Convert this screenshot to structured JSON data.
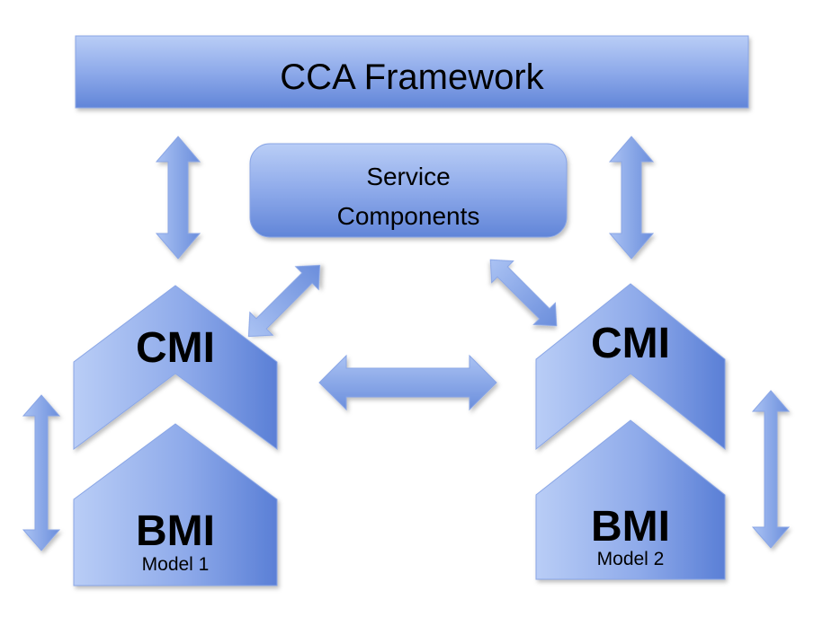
{
  "framework": {
    "title": "CCA Framework"
  },
  "service": {
    "line1": "Service",
    "line2": "Components"
  },
  "left_model": {
    "cmi_label": "CMI",
    "bmi_label": "BMI",
    "model_label": "Model 1"
  },
  "right_model": {
    "cmi_label": "CMI",
    "bmi_label": "BMI",
    "model_label": "Model 2"
  },
  "colors": {
    "fill_light": "#b3c8f5",
    "fill_dark": "#5a7fd6",
    "stroke": "#7c9de0"
  }
}
